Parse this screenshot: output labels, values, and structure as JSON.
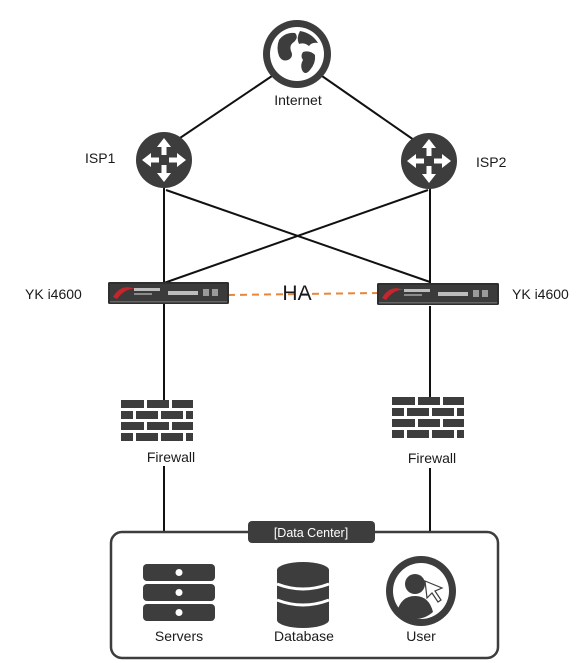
{
  "internet": {
    "label": "Internet"
  },
  "isps": [
    {
      "label": "ISP1"
    },
    {
      "label": "ISP2"
    }
  ],
  "appliances": [
    {
      "label": "YK i4600"
    },
    {
      "label": "YK i4600"
    }
  ],
  "ha": {
    "label": "HA",
    "line_color": "#e8873a"
  },
  "firewalls": [
    {
      "label": "Firewall"
    },
    {
      "label": "Firewall"
    }
  ],
  "data_center": {
    "title": "[Data Center]",
    "items": [
      {
        "label": "Servers",
        "icon": "server-icon"
      },
      {
        "label": "Database",
        "icon": "database-icon"
      },
      {
        "label": "User",
        "icon": "user-icon"
      }
    ]
  },
  "colors": {
    "icon": "#3d3d3d",
    "brand_red": "#c4262e"
  }
}
